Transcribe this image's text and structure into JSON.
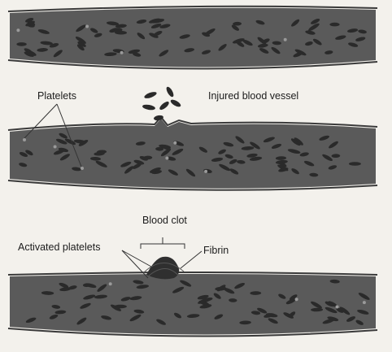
{
  "labels": {
    "platelets": "Platelets",
    "injured_vessel": "Injured blood vessel",
    "blood_clot": "Blood clot",
    "activated_platelets": "Activated platelets",
    "fibrin": "Fibrin"
  },
  "colors": {
    "background": "#f3f1ec",
    "vessel_fill": "#5a5a5a",
    "cell": "#2a2a2a",
    "platelet_dot": "#9a9a9a",
    "wall_line": "#3a3a3a"
  }
}
